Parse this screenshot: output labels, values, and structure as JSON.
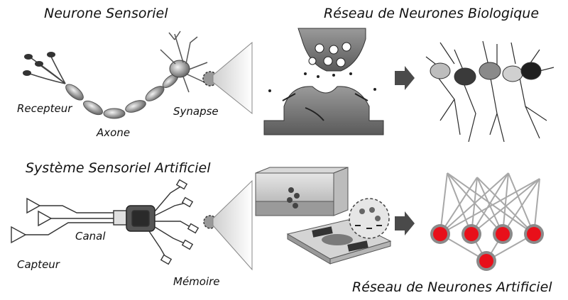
{
  "titles": {
    "sensory_neuron": "Neurone Sensoriel",
    "biological_network": "Réseau de Neurones Biologique",
    "artificial_sensory_system": "Système Sensoriel Artificiel",
    "artificial_network": "Réseau de Neurones Artificiel"
  },
  "labels": {
    "receptor": "Recepteur",
    "axon": "Axone",
    "synapse": "Synapse",
    "sensor": "Capteur",
    "channel": "Canal",
    "memory": "Mémoire"
  },
  "colors": {
    "ann_node": "#e8101a",
    "ann_node_ring": "#8a8a8a",
    "arrow": "#4a4a4a"
  }
}
